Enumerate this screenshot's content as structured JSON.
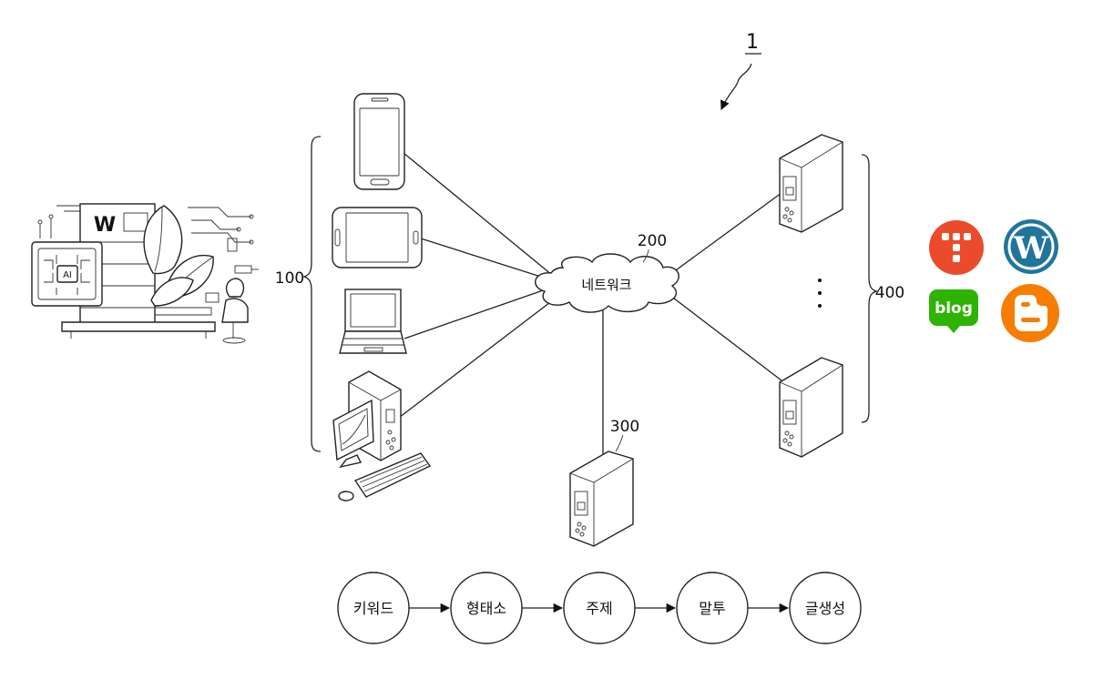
{
  "figure_ref": "1",
  "groups": {
    "clients": "100",
    "network": "200",
    "server": "300",
    "platforms": "400"
  },
  "network_label": "네트워크",
  "illustration": {
    "chip_label": "AI",
    "doc_label": "W"
  },
  "platform_logos": [
    {
      "name": "t-logo",
      "color": "#ea4b2b"
    },
    {
      "name": "wordpress-logo",
      "color": "#21759b"
    },
    {
      "name": "blog-logo",
      "text": "blog",
      "color": "#2db400"
    },
    {
      "name": "blogger-logo",
      "color": "#f57d00"
    }
  ],
  "flow_steps": [
    "키워드",
    "형태소",
    "주제",
    "말투",
    "글생성"
  ]
}
